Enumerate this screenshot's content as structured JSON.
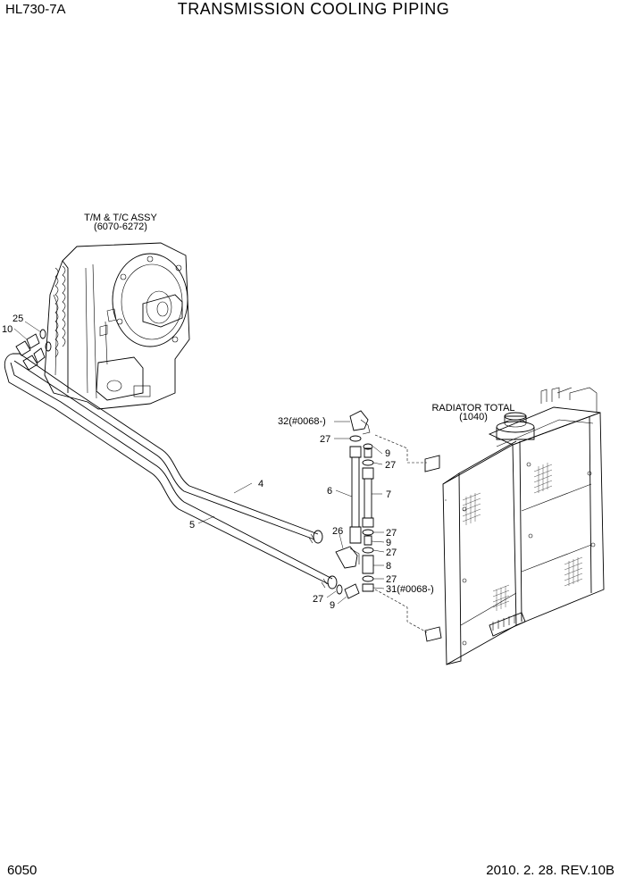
{
  "header": {
    "model": "HL730-7A",
    "title": "TRANSMISSION COOLING PIPING"
  },
  "footer": {
    "page": "6050",
    "date_rev": "2010. 2. 28. REV.10B"
  },
  "assemblies": {
    "transmission": {
      "name": "T/M & T/C ASSY",
      "code": "(6070-6272)"
    },
    "radiator": {
      "name": "RADIATOR TOTAL",
      "code": "(1040)"
    }
  },
  "callouts": {
    "c10": "10",
    "c25": "25",
    "c4": "4",
    "c5": "5",
    "c32": "32(#0068-)",
    "c27a": "27",
    "c9a": "9",
    "c27b": "27",
    "c6": "6",
    "c7": "7",
    "c26": "26",
    "c27c": "27",
    "c9b": "9",
    "c27d": "27",
    "c8": "8",
    "c27e": "27",
    "c31": "31(#0068-)",
    "c27f": "27",
    "c9c": "9"
  }
}
